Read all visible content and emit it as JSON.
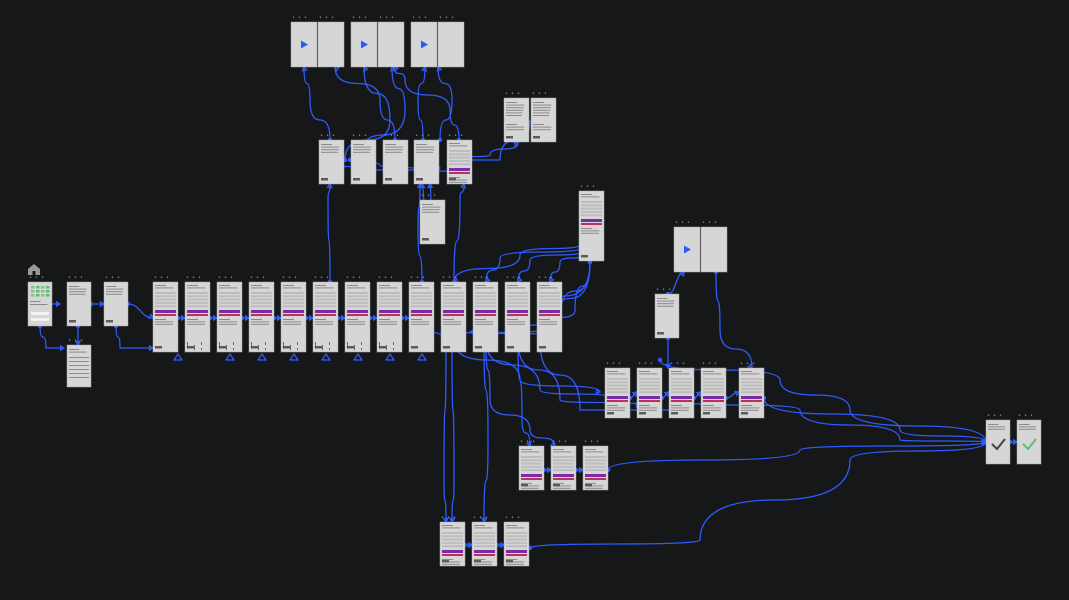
{
  "app": {
    "title": ""
  },
  "home_icon": "home-icon",
  "frame_label": "• • •",
  "colors": {
    "canvas": "#161718",
    "wire": "#2e5bff",
    "frame": "#d6d6d6"
  },
  "frames": [
    {
      "id": "home-a"
    },
    {
      "id": "home-b"
    },
    {
      "id": "home-c"
    },
    {
      "id": "home-detail"
    },
    {
      "id": "flow-1"
    },
    {
      "id": "flow-2"
    },
    {
      "id": "flow-3"
    },
    {
      "id": "flow-4"
    },
    {
      "id": "flow-5"
    },
    {
      "id": "flow-6"
    },
    {
      "id": "flow-7"
    },
    {
      "id": "flow-8"
    },
    {
      "id": "flow-9"
    },
    {
      "id": "flow-10"
    },
    {
      "id": "flow-11"
    },
    {
      "id": "flow-12"
    },
    {
      "id": "flow-13"
    },
    {
      "id": "mid-1"
    },
    {
      "id": "mid-2"
    },
    {
      "id": "mid-3"
    },
    {
      "id": "mid-4"
    },
    {
      "id": "mid-5"
    },
    {
      "id": "mid-6"
    },
    {
      "id": "top-1"
    },
    {
      "id": "top-2"
    },
    {
      "id": "top-3"
    },
    {
      "id": "top-4"
    },
    {
      "id": "top-5"
    },
    {
      "id": "top-6"
    },
    {
      "id": "note-1"
    },
    {
      "id": "note-2"
    },
    {
      "id": "tall-form"
    },
    {
      "id": "video-1"
    },
    {
      "id": "video-2"
    },
    {
      "id": "side-1"
    },
    {
      "id": "right-1"
    },
    {
      "id": "right-2"
    },
    {
      "id": "right-3"
    },
    {
      "id": "right-4"
    },
    {
      "id": "right-5"
    },
    {
      "id": "low-1"
    },
    {
      "id": "low-2"
    },
    {
      "id": "low-3"
    },
    {
      "id": "bottom-1"
    },
    {
      "id": "bottom-2"
    },
    {
      "id": "bottom-3"
    },
    {
      "id": "done-1"
    },
    {
      "id": "done-2"
    }
  ]
}
